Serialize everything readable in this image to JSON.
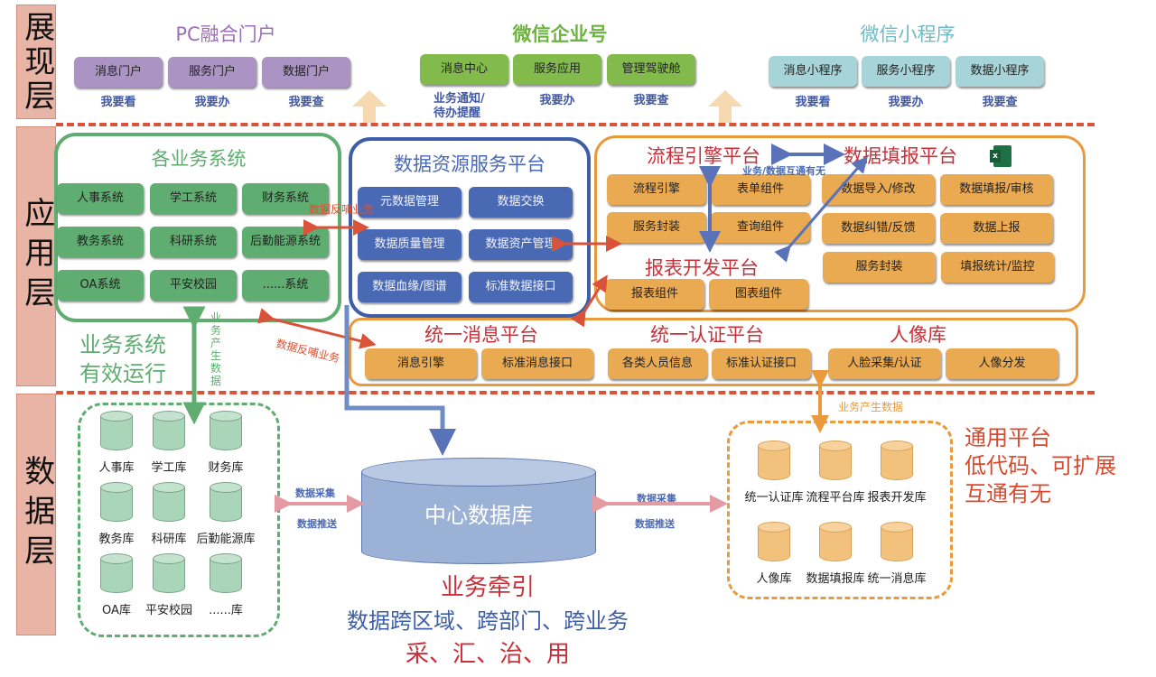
{
  "layers": {
    "presentation": "展现层",
    "application": "应用层",
    "data": "数据层"
  },
  "presentation": {
    "pc_portal": {
      "title": "PC融合门户",
      "buttons": [
        "消息门户",
        "服务门户",
        "数据门户"
      ],
      "captions": [
        "我要看",
        "我要办",
        "我要查"
      ]
    },
    "wechat_work": {
      "title": "微信企业号",
      "buttons": [
        "消息中心",
        "服务应用",
        "管理驾驶舱"
      ],
      "captions": [
        "业务通知/\n待办提醒",
        "我要办",
        "我要查"
      ]
    },
    "mini_program": {
      "title": "微信小程序",
      "buttons": [
        "消息小程序",
        "服务小程序",
        "数据小程序"
      ],
      "captions": [
        "我要看",
        "我要办",
        "我要查"
      ]
    }
  },
  "application": {
    "business_systems": {
      "title": "各业务系统",
      "items": [
        "人事系统",
        "学工系统",
        "财务系统",
        "教务系统",
        "科研系统",
        "后勤能源系统",
        "OA系统",
        "平安校园",
        "......系统"
      ],
      "slogan_line1": "业务系统",
      "slogan_line2": "有效运行"
    },
    "data_resource": {
      "title": "数据资源服务平台",
      "items": [
        "元数据管理",
        "数据交换",
        "数据质量管理",
        "数据资产管理",
        "数据血缘/图谱",
        "标准数据接口"
      ]
    },
    "workflow": {
      "title": "流程引擎平台",
      "items": [
        "流程引擎",
        "表单组件",
        "服务封装",
        "查询组件"
      ]
    },
    "data_fill": {
      "title": "数据填报平台",
      "icon": "excel-icon",
      "items": [
        "数据导入/修改",
        "数据填报/审核",
        "数据纠错/反馈",
        "数据上报",
        "服务封装",
        "填报统计/监控"
      ]
    },
    "report": {
      "title": "报表开发平台",
      "items": [
        "报表组件",
        "图表组件"
      ]
    },
    "message": {
      "title": "统一消息平台",
      "items": [
        "消息引擎",
        "标准消息接口"
      ]
    },
    "auth": {
      "title": "统一认证平台",
      "items": [
        "各类人员信息",
        "标准认证接口"
      ]
    },
    "portrait": {
      "title": "人像库",
      "items": [
        "人脸采集/认证",
        "人像分发"
      ]
    },
    "notes": {
      "feedback_top": "数据反哺业务",
      "feedback_bottom": "数据反哺业务",
      "interop": "业务/数据互通有无",
      "business_data_vertical": "业务产生数据",
      "business_data_right": "业务产生数据"
    }
  },
  "data_layer": {
    "business_dbs": [
      "人事库",
      "学工库",
      "财务库",
      "教务库",
      "科研库",
      "后勤能源库",
      "OA库",
      "平安校园",
      "......库"
    ],
    "central_db": "中心数据库",
    "platform_dbs": [
      "统一认证库",
      "流程平台库",
      "报表开发库",
      "人像库",
      "数据填报库",
      "统一消息库"
    ],
    "left_link": {
      "top": "数据采集",
      "bottom": "数据推送"
    },
    "right_link": {
      "top": "数据采集",
      "bottom": "数据推送"
    },
    "platform_slogan": [
      "通用平台",
      "低代码、可扩展",
      "互通有无"
    ],
    "bottom_slogan": {
      "line1": "业务牵引",
      "line2": "数据跨区域、跨部门、跨业务",
      "line3": "采、汇、治、用"
    }
  },
  "colors": {
    "divider": "#d9533a",
    "purple": "#9b6fb5",
    "green": "#6db33f",
    "teal": "#6bbcc6",
    "business_green": "#5fad70",
    "data_blue": "#4a69b4",
    "platform_orange": "#e9aa52",
    "red": "#c8313a"
  }
}
